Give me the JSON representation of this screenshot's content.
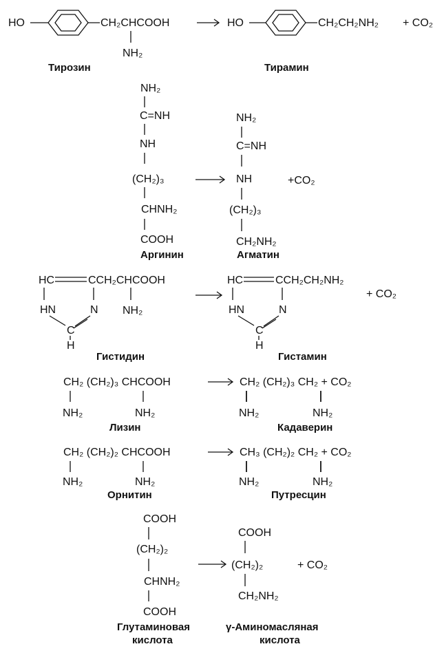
{
  "reactions": [
    {
      "reactant": {
        "OH": "HO",
        "chain": "CH₂CHCOOH",
        "sub": "NH₂",
        "name": "Тирозин"
      },
      "product": {
        "OH": "HO",
        "chain": "CH₂CH₂NH₂",
        "co2": "+ CO₂",
        "name": "Тирамин"
      }
    },
    {
      "reactant": {
        "l1": "NH₂",
        "l2": "C=NH",
        "l3": "NH",
        "l4": "(CH₂)₃",
        "l5": "CHNH₂",
        "l6": "COOH",
        "name": "Аргинин"
      },
      "product": {
        "l1": "NH₂",
        "l2": "C=NH",
        "l3": "NH",
        "l4": "(CH₂)₃",
        "l5": "CH₂NH₂",
        "co2": "+CO₂",
        "name": "Агматин"
      }
    },
    {
      "reactant": {
        "hc": "HC",
        "cc": "CCH₂CHCOOH",
        "hn": "HN",
        "n": "N",
        "c": "C",
        "h": "H",
        "sub": "NH₂",
        "name": "Гистидин"
      },
      "product": {
        "hc": "HC",
        "cc": "CCH₂CH₂NH₂",
        "hn": "HN",
        "n": "N",
        "c": "C",
        "h": "H",
        "co2": "+ CO₂",
        "name": "Гистамин"
      }
    },
    {
      "reactant": {
        "chain": "CH₂ (CH₂)₃ CHCOOH",
        "sub1": "NH₂",
        "sub2": "NH₂",
        "name": "Лизин"
      },
      "product": {
        "chain": "CH₂ (CH₂)₃ CH₂ + CO₂",
        "sub1": "NH₂",
        "sub2": "NH₂",
        "name": "Кадаверин"
      }
    },
    {
      "reactant": {
        "chain": "CH₂ (CH₂)₂ CHCOOH",
        "sub1": "NH₂",
        "sub2": "NH₂",
        "name": "Орнитин"
      },
      "product": {
        "chain": "CH₃ (CH₂)₂ CH₂ + CO₂",
        "sub1": "NH₂",
        "sub2": "NH₂",
        "name": "Путресцин"
      }
    },
    {
      "reactant": {
        "l1": "COOH",
        "l2": "(CH₂)₂",
        "l3": "CHNH₂",
        "l4": "COOH",
        "name1": "Глутаминовая",
        "name2": "кислота"
      },
      "product": {
        "l1": "COOH",
        "l2": "(CH₂)₂",
        "l3": "CH₂NH₂",
        "co2": "+ CO₂",
        "name1": "γ-Аминомасляная",
        "name2": "кислота"
      }
    }
  ]
}
